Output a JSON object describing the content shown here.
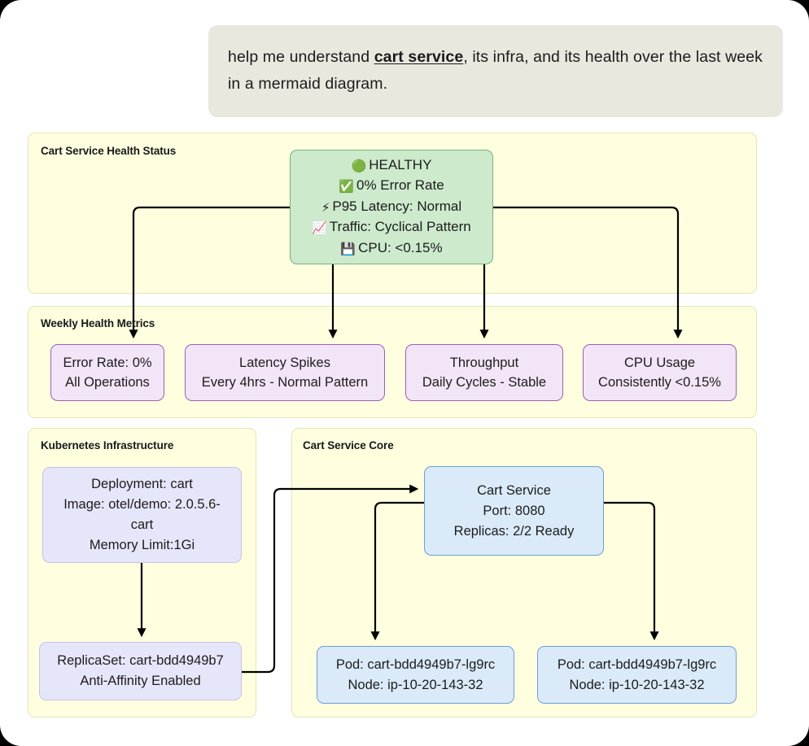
{
  "prompt": {
    "before": "help me understand ",
    "emphasis": "cart service",
    "after": ", its infra, and its health over the last week in a mermaid diagram."
  },
  "colors": {
    "page_background": "#000000",
    "canvas": "#ffffff",
    "bubble": "#e8e8df",
    "subgraph_fill": "#ffffe0",
    "subgraph_stroke": "#e4e4b8",
    "green_fill": "#cdeacd",
    "green_stroke": "#72b472",
    "purple_fill": "#f2e5f7",
    "purple_stroke": "#9c5fb8",
    "lavender_fill": "#e6e6fa",
    "lavender_stroke": "#c9c0e8",
    "blue_fill": "#daeaf9",
    "blue_stroke": "#6c9fd6",
    "edge_stroke": "#000000"
  },
  "subgraphs": {
    "health_status": {
      "title": "Cart Service Health Status"
    },
    "weekly_metrics": {
      "title": "Weekly Health Metrics"
    },
    "kubernetes": {
      "title": "Kubernetes Infrastructure"
    },
    "core": {
      "title": "Cart Service Core"
    }
  },
  "health_node": {
    "rows": [
      {
        "icon": "green-circle-icon",
        "glyph": "🟢",
        "text": "HEALTHY"
      },
      {
        "icon": "check-mark-icon",
        "glyph": "✅",
        "text": "0% Error Rate"
      },
      {
        "icon": "lightning-bolt-icon",
        "glyph": "⚡",
        "text": "P95 Latency: Normal"
      },
      {
        "icon": "chart-increasing-icon",
        "glyph": "📈",
        "text": "Traffic: Cyclical Pattern"
      },
      {
        "icon": "floppy-disk-icon",
        "glyph": "💾",
        "text": "CPU: <0.15%"
      }
    ]
  },
  "metrics": [
    {
      "line1": "Error Rate: 0%",
      "line2": "All Operations"
    },
    {
      "line1": "Latency Spikes",
      "line2": "Every 4hrs - Normal Pattern"
    },
    {
      "line1": "Throughput",
      "line2": "Daily Cycles - Stable"
    },
    {
      "line1": "CPU Usage",
      "line2": "Consistently <0.15%"
    }
  ],
  "infra": {
    "deployment": {
      "line1": "Deployment: cart",
      "line2": "Image: otel/demo: 2.0.5.6-cart",
      "line3": "Memory Limit:1Gi"
    },
    "replicaset": {
      "line1": "ReplicaSet: cart-bdd4949b7",
      "line2": "Anti-Affinity Enabled"
    }
  },
  "core": {
    "service": {
      "line1": "Cart Service",
      "line2": "Port: 8080",
      "line3": "Replicas: 2/2 Ready"
    },
    "pods": [
      {
        "line1": "Pod: cart-bdd4949b7-lg9rc",
        "line2": "Node: ip-10-20-143-32"
      },
      {
        "line1": "Pod: cart-bdd4949b7-lg9rc",
        "line2": "Node: ip-10-20-143-32"
      }
    ]
  }
}
